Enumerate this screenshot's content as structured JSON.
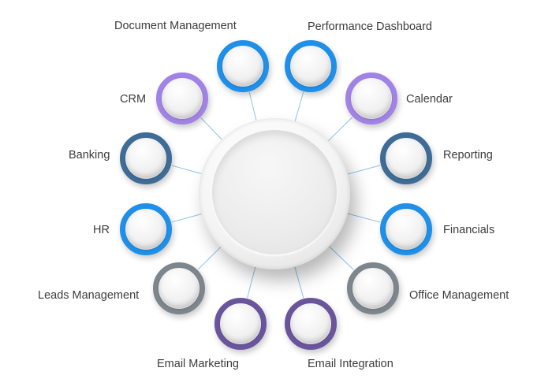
{
  "colors": {
    "blue": "#1f8fe8",
    "purple": "#a083e4",
    "steel": "#3e6c96",
    "gray": "#7d868c",
    "violet": "#6a559c",
    "connector": "#8cc4e8"
  },
  "nodes": [
    {
      "label": "Document Management",
      "color": "blue"
    },
    {
      "label": "Performance Dashboard",
      "color": "blue"
    },
    {
      "label": "CRM",
      "color": "purple"
    },
    {
      "label": "Calendar",
      "color": "purple"
    },
    {
      "label": "Banking",
      "color": "steel"
    },
    {
      "label": "Reporting",
      "color": "steel"
    },
    {
      "label": "HR",
      "color": "blue"
    },
    {
      "label": "Financials",
      "color": "blue"
    },
    {
      "label": "Leads Management",
      "color": "gray"
    },
    {
      "label": "Office Management",
      "color": "gray"
    },
    {
      "label": "Email Marketing",
      "color": "violet"
    },
    {
      "label": "Email Integration",
      "color": "violet"
    }
  ]
}
